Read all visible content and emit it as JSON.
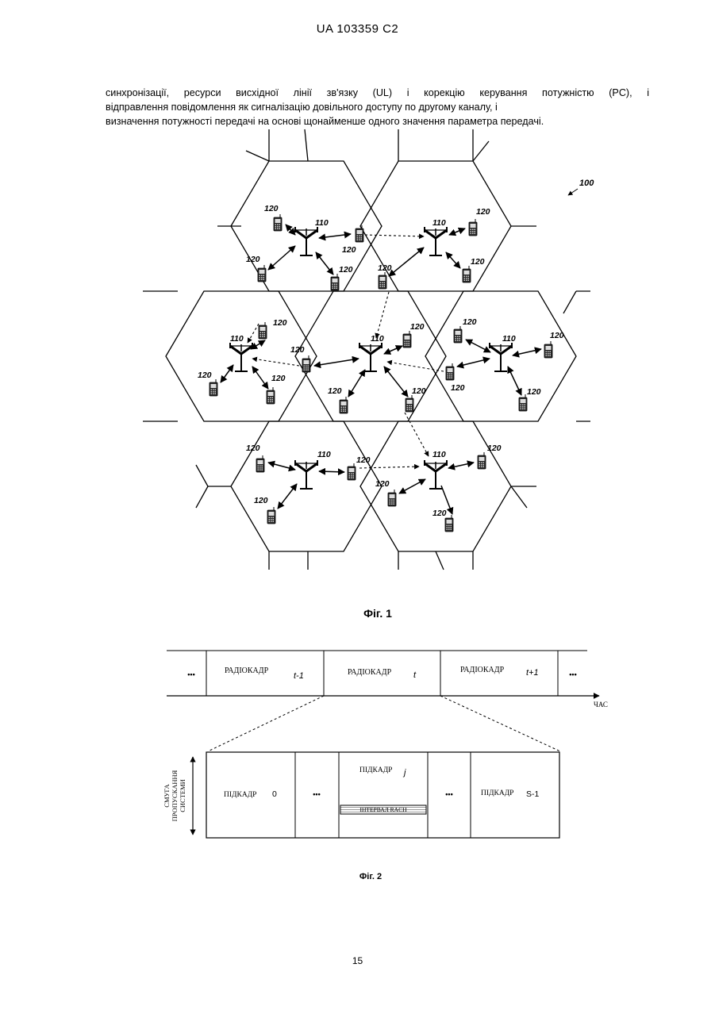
{
  "header": {
    "publication": "UA 103359 C2"
  },
  "paragraph": {
    "lines": [
      "синхронізації, ресурси висхідної лінії зв'язку (UL) і корекцію керування потужністю (PC), і",
      "відправлення повідомлення як сигналізацію довільного доступу по другому каналу, і",
      "визначення потужності передачі на основі щонайменше одного значення параметра передачі."
    ]
  },
  "figure1": {
    "caption": "Фіг. 1",
    "system_ref": "100",
    "base_station_ref": "110",
    "terminal_ref": "120"
  },
  "figure2": {
    "caption": "Фіг. 2",
    "frames": [
      {
        "label": "РАДІОКАДР",
        "index": "t-1"
      },
      {
        "label": "РАДІОКАДР",
        "index": "t"
      },
      {
        "label": "РАДІОКАДР",
        "index": "t+1"
      }
    ],
    "ellipsis": "•••",
    "time_label": "ЧАС",
    "bandwidth_label": [
      "СМУГА",
      "ПРОПУСКАННЯ",
      "СИСТЕМИ"
    ],
    "subframes": [
      {
        "label": "ПІДКАДР",
        "index": "0"
      },
      {
        "label": "ПІДКАДР",
        "index": "j"
      },
      {
        "label": "ПІДКАДР",
        "index": "S-1"
      }
    ],
    "rach_label": "ІНТЕРВАЛ RACH"
  },
  "page_number": "15"
}
